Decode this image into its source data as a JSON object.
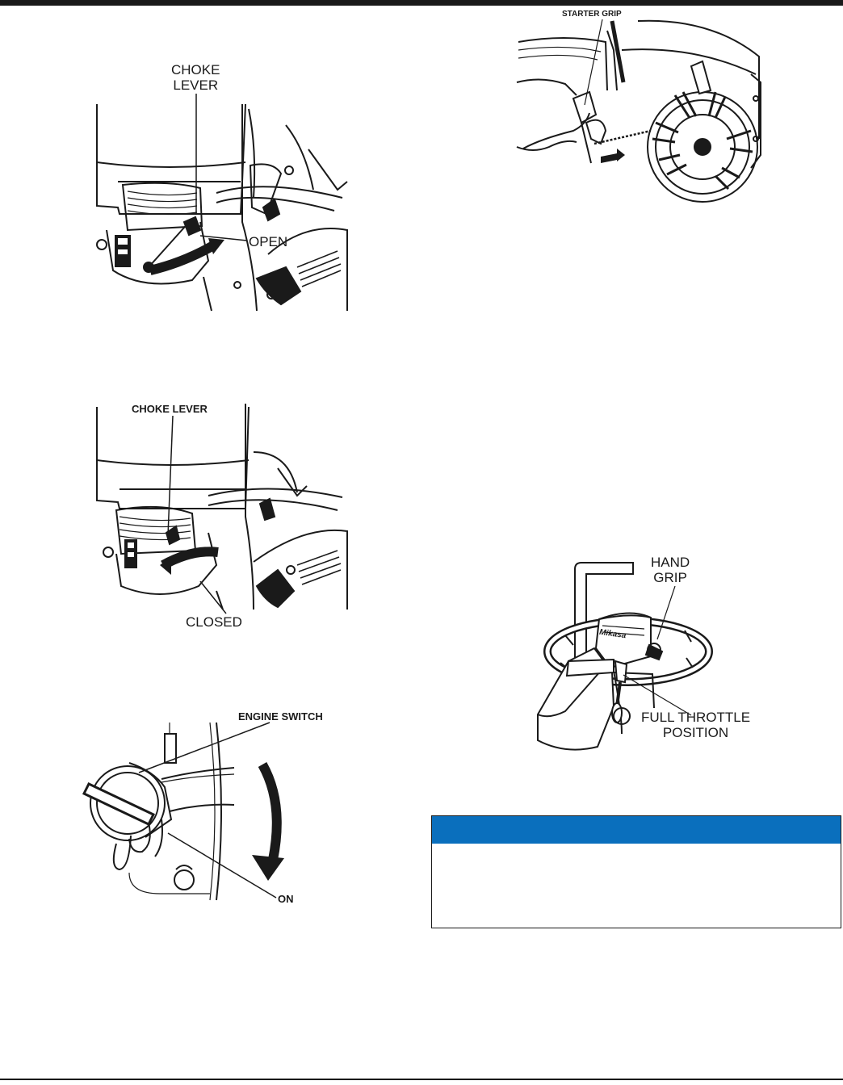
{
  "fig_choke_open": {
    "lever_label": "CHOKE\nLEVER",
    "lever_label_l1": "CHOKE",
    "lever_label_l2": "LEVER",
    "position_label": "OPEN"
  },
  "fig_choke_closed": {
    "lever_label": "CHOKE LEVER",
    "position_label": "CLOSED"
  },
  "fig_engine_switch": {
    "switch_label": "ENGINE SWITCH",
    "position_label": "ON"
  },
  "fig_starter": {
    "grip_label": "STARTER GRIP"
  },
  "fig_throttle": {
    "grip_l1": "HAND",
    "grip_l2": "GRIP",
    "throttle_l1": "FULL THROTTLE",
    "throttle_l2": "POSITION",
    "brand_mark": "Mikasa"
  },
  "colors": {
    "callout_header": "#0a6fbd",
    "ink": "#1a1a1a"
  }
}
